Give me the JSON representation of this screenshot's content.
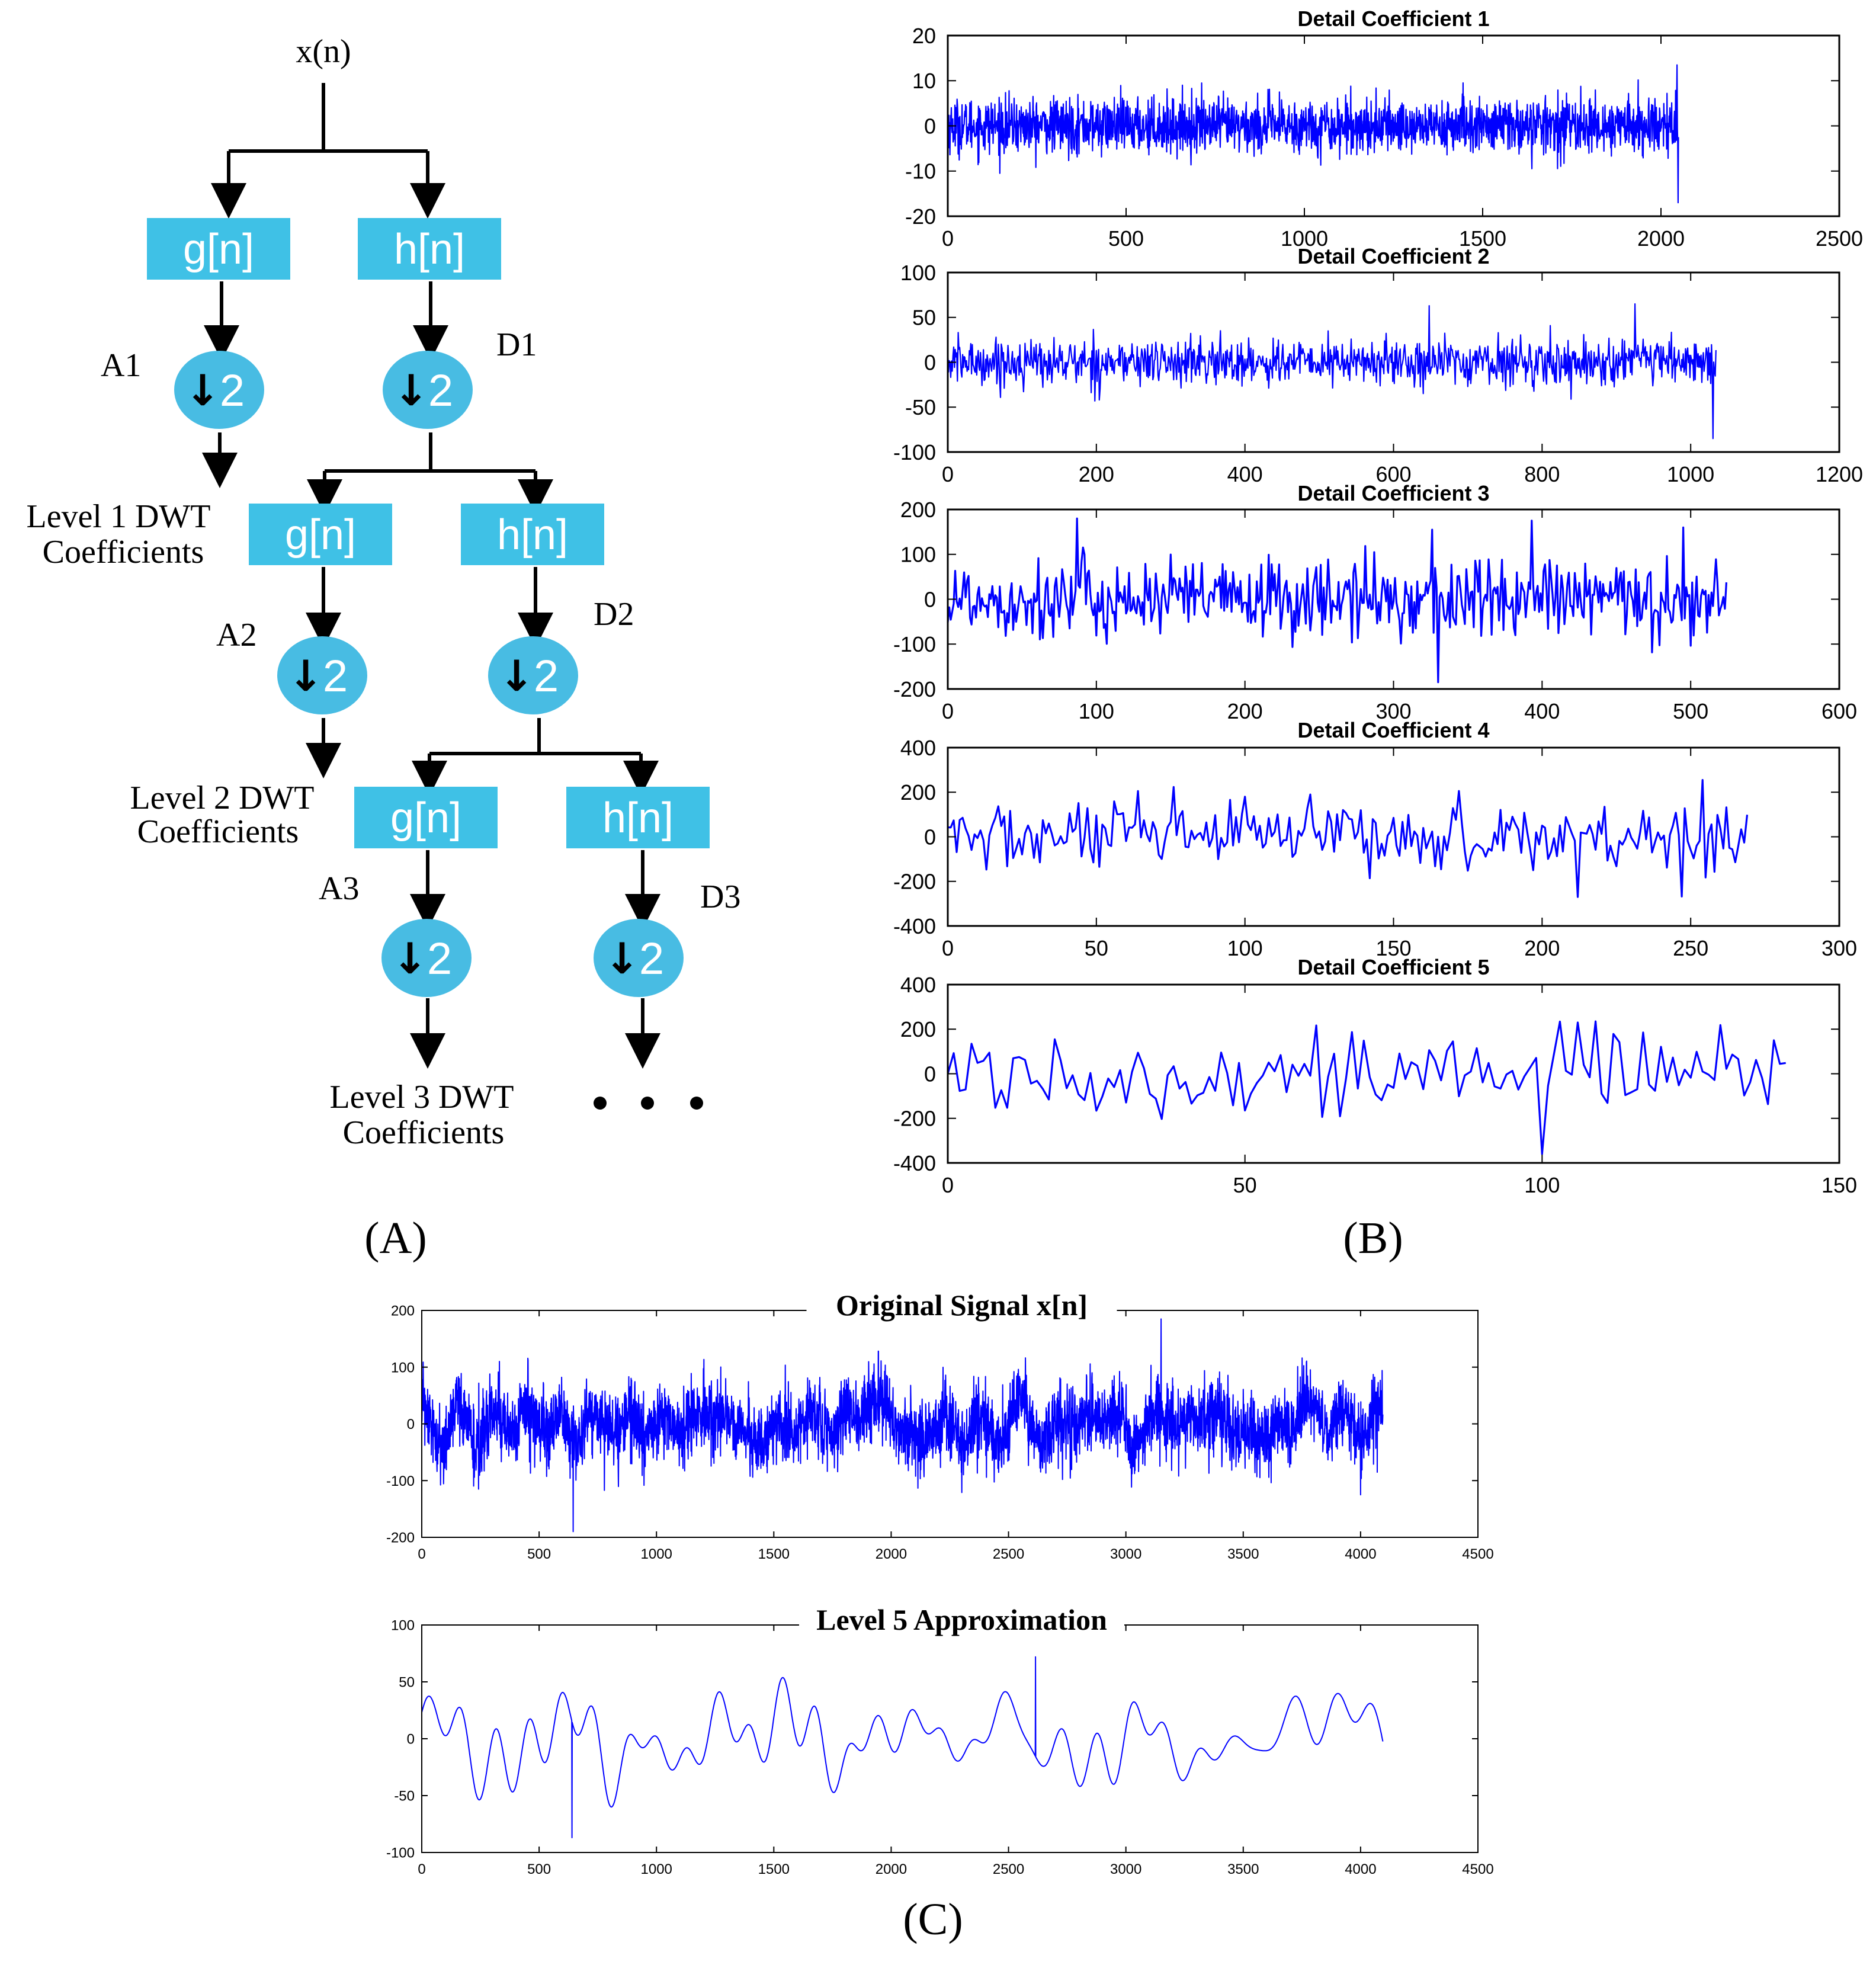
{
  "colors": {
    "box_fill": "#3FC1E6",
    "circle_fill": "#48BCE3",
    "signal": "#0000FF",
    "axis": "#000000",
    "text": "#000000",
    "box_text": "#FFFFFF"
  },
  "panels": {
    "a_label": "(A)",
    "b_label": "(B)",
    "c_label": "(C)"
  },
  "diagram": {
    "input": "x(n)",
    "g_label": "g[n]",
    "h_label": "h[n]",
    "down_label": "2",
    "down_arrow": "↓",
    "A1": "A1",
    "D1": "D1",
    "A2": "A2",
    "D2": "D2",
    "A3": "A3",
    "D3": "D3",
    "level1": [
      "Level 1 DWT",
      "Coefficients"
    ],
    "level2": [
      "Level 2 DWT",
      "Coefficients"
    ],
    "level3": [
      "Level 3 DWT",
      "Coefficients"
    ],
    "continue": "• • •",
    "icons": [
      "down-arrow-icon",
      "ellipsis-icon"
    ]
  },
  "chart_data": [
    {
      "id": "d1",
      "type": "line",
      "title": "Detail Coefficient 1",
      "n": 2050,
      "amp": 3.0,
      "xlim": [
        0,
        2500
      ],
      "ylim": [
        -20,
        20
      ],
      "xticks": [
        0,
        500,
        1000,
        1500,
        2000,
        2500
      ],
      "yticks": [
        -20,
        -10,
        0,
        10,
        20
      ],
      "spikes": [
        [
          712,
          9.5
        ],
        [
          2045,
          13.5
        ],
        [
          2048,
          -17
        ]
      ],
      "grid": false
    },
    {
      "id": "d2",
      "type": "line",
      "title": "Detail Coefficient 2",
      "n": 1035,
      "amp": 13,
      "xlim": [
        0,
        1200
      ],
      "ylim": [
        -100,
        100
      ],
      "xticks": [
        0,
        200,
        400,
        600,
        800,
        1000,
        1200
      ],
      "yticks": [
        -100,
        -50,
        0,
        50,
        100
      ],
      "spikes": [
        [
          648,
          63
        ],
        [
          925,
          65
        ],
        [
          1030,
          -85
        ]
      ],
      "grid": false
    },
    {
      "id": "d3",
      "type": "line",
      "title": "Detail Coefficient 3",
      "n": 525,
      "amp": 45,
      "xlim": [
        0,
        600
      ],
      "ylim": [
        -200,
        200
      ],
      "xticks": [
        0,
        100,
        200,
        300,
        400,
        500,
        600
      ],
      "yticks": [
        -200,
        -100,
        0,
        100,
        200
      ],
      "spikes": [
        [
          87,
          180
        ],
        [
          326,
          155
        ],
        [
          330,
          -185
        ],
        [
          393,
          175
        ],
        [
          495,
          160
        ]
      ],
      "grid": false
    },
    {
      "id": "d4",
      "type": "line",
      "title": "Detail Coefficient 4",
      "n": 270,
      "amp": 80,
      "xlim": [
        0,
        300
      ],
      "ylim": [
        -400,
        400
      ],
      "xticks": [
        0,
        50,
        100,
        150,
        200,
        250,
        300
      ],
      "yticks": [
        -400,
        -200,
        0,
        200,
        400
      ],
      "spikes": [
        [
          100,
          180
        ],
        [
          212,
          -270
        ],
        [
          254,
          255
        ]
      ],
      "grid": false
    },
    {
      "id": "d5",
      "type": "line",
      "title": "Detail Coefficient 5",
      "n": 142,
      "amp": 90,
      "xlim": [
        0,
        150
      ],
      "ylim": [
        -400,
        400
      ],
      "xticks": [
        0,
        50,
        100,
        150
      ],
      "yticks": [
        -400,
        -200,
        0,
        200,
        400
      ],
      "spikes": [
        [
          100,
          -360
        ],
        [
          106,
          230
        ],
        [
          109,
          235
        ]
      ],
      "grid": false
    },
    {
      "id": "orig",
      "type": "line",
      "title": "Original Signal x[n]",
      "n": 4096,
      "amp": 40,
      "xlim": [
        0,
        4500
      ],
      "ylim": [
        -200,
        200
      ],
      "xticks": [
        0,
        500,
        1000,
        1500,
        2000,
        2500,
        3000,
        3500,
        4000,
        4500
      ],
      "yticks": [
        -200,
        -100,
        0,
        100,
        200
      ],
      "spikes": [
        [
          645,
          -190
        ],
        [
          3150,
          185
        ],
        [
          4000,
          -125
        ]
      ],
      "grid": false
    },
    {
      "id": "approx",
      "type": "line",
      "title": "Level 5 Approximation",
      "n": 4096,
      "amp": 30,
      "xlim": [
        0,
        4500
      ],
      "ylim": [
        -100,
        100
      ],
      "xticks": [
        0,
        500,
        1000,
        1500,
        2000,
        2500,
        3000,
        3500,
        4000,
        4500
      ],
      "yticks": [
        -100,
        -50,
        0,
        50,
        100
      ],
      "spikes": [
        [
          640,
          -87
        ],
        [
          2615,
          72
        ]
      ],
      "grid": false
    }
  ]
}
